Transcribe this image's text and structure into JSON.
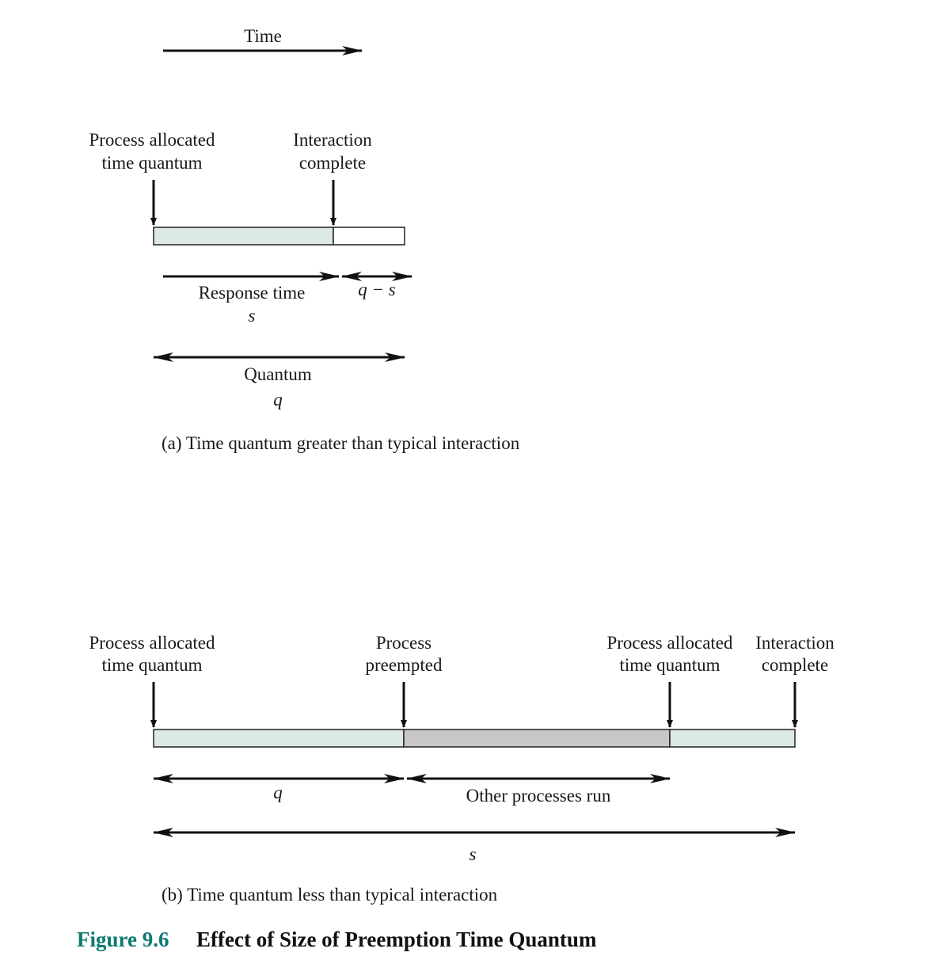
{
  "colors": {
    "ink": "#111111",
    "process_fill": "#dce9e6",
    "other_fill": "#c8c8c8",
    "empty_fill": "#ffffff",
    "figure_number": "#0e7a72"
  },
  "time_axis": {
    "label": "Time"
  },
  "panel_a": {
    "allocated_label": [
      "Process allocated",
      "time quantum"
    ],
    "complete_label": [
      "Interaction",
      "complete"
    ],
    "response_label": "Response time",
    "response_var": "s",
    "remainder_label": "q − s",
    "quantum_label": "Quantum",
    "quantum_var": "q",
    "caption": "(a) Time quantum greater than typical interaction"
  },
  "panel_b": {
    "allocated_label": [
      "Process allocated",
      "time quantum"
    ],
    "preempted_label": [
      "Process",
      "preempted"
    ],
    "allocated2_label": [
      "Process allocated",
      "time quantum"
    ],
    "complete_label": [
      "Interaction",
      "complete"
    ],
    "quantum_var": "q",
    "other_label": "Other processes run",
    "total_var": "s",
    "caption": "(b) Time quantum less than typical interaction"
  },
  "figure": {
    "number": "Figure 9.6",
    "title": "Effect of Size of Preemption Time Quantum"
  }
}
